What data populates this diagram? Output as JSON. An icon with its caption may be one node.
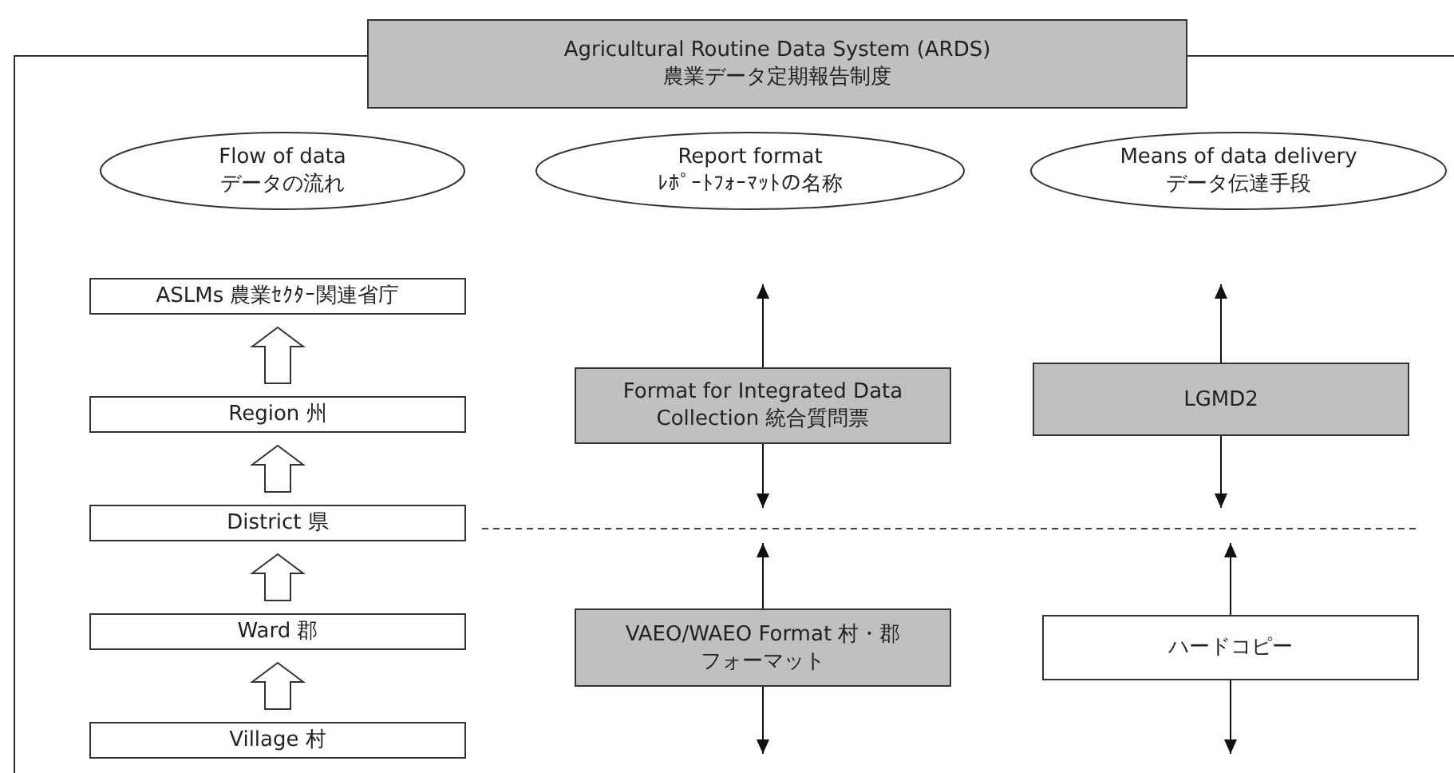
{
  "diagram": {
    "nodes": [
      {
        "text": [
          "Agricultural Routine Data System (ARDS)",
          "農業データ定期報告制度"
        ]
      },
      {
        "text": [
          "Flow of data",
          "データの流れ"
        ]
      },
      {
        "text": [
          "Report format",
          "ﾚﾎﾟｰﾄﾌｫｰﾏｯﾄの名称"
        ]
      },
      {
        "text": [
          "Means of data delivery",
          "データ伝達手段"
        ]
      },
      {
        "text": [
          "ASLMs 農業ｾｸﾀｰ関連省庁"
        ]
      },
      {
        "text": [
          "Region 州"
        ]
      },
      {
        "text": [
          "District 県"
        ]
      },
      {
        "text": [
          "Ward 郡"
        ]
      },
      {
        "text": [
          "Village 村"
        ]
      },
      {
        "text": [
          "Format for Integrated Data Collection 統合質問票"
        ]
      },
      {
        "text": [
          "LGMD2"
        ]
      },
      {
        "text": [
          "VAEO/WAEO Format 村・郡フォーマット"
        ]
      },
      {
        "text": [
          "ハードコピー"
        ]
      }
    ],
    "edges": [
      {
        "from": 5,
        "to": 4,
        "arrow": "to",
        "style": "thick"
      },
      {
        "from": 6,
        "to": 5,
        "arrow": "to",
        "style": "thick"
      },
      {
        "from": 7,
        "to": 6,
        "arrow": "to",
        "style": "thick"
      },
      {
        "from": 8,
        "to": 7,
        "arrow": "to",
        "style": "thick"
      },
      {
        "from": 9,
        "to": null,
        "arrow": "to"
      },
      {
        "from": 9,
        "to": null,
        "arrow": "to"
      },
      {
        "from": 10,
        "to": null,
        "arrow": "to"
      },
      {
        "from": 10,
        "to": null,
        "arrow": "to"
      },
      {
        "from": 11,
        "to": null,
        "arrow": "to"
      },
      {
        "from": 11,
        "to": null,
        "arrow": "to"
      },
      {
        "from": 12,
        "to": null,
        "arrow": "to"
      },
      {
        "from": 12,
        "to": null,
        "arrow": "to"
      }
    ]
  }
}
